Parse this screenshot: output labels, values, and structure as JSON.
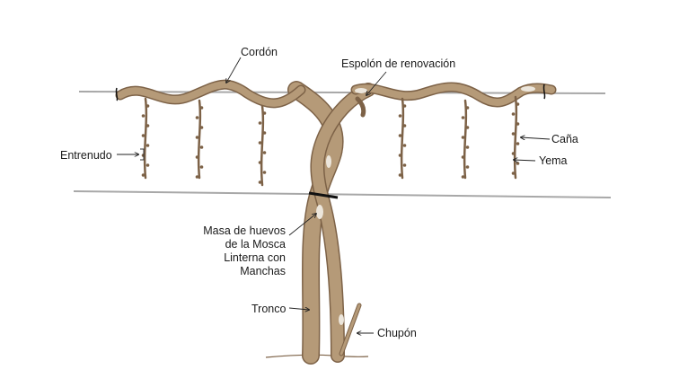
{
  "labels": {
    "cordon": "Cordón",
    "espolon": "Espolón de renovación",
    "entrenudo": "Entrenudo",
    "cana": "Caña",
    "yema": "Yema",
    "masa": [
      "Masa de huevos",
      "de la Mosca",
      "Linterna con",
      "Manchas"
    ],
    "tronco": "Tronco",
    "chupon": "Chupón"
  },
  "colors": {
    "wood": "#b59a78",
    "wood_dark": "#7d6247",
    "wire": "#a8a8a8",
    "egg": "#ece6dc"
  }
}
